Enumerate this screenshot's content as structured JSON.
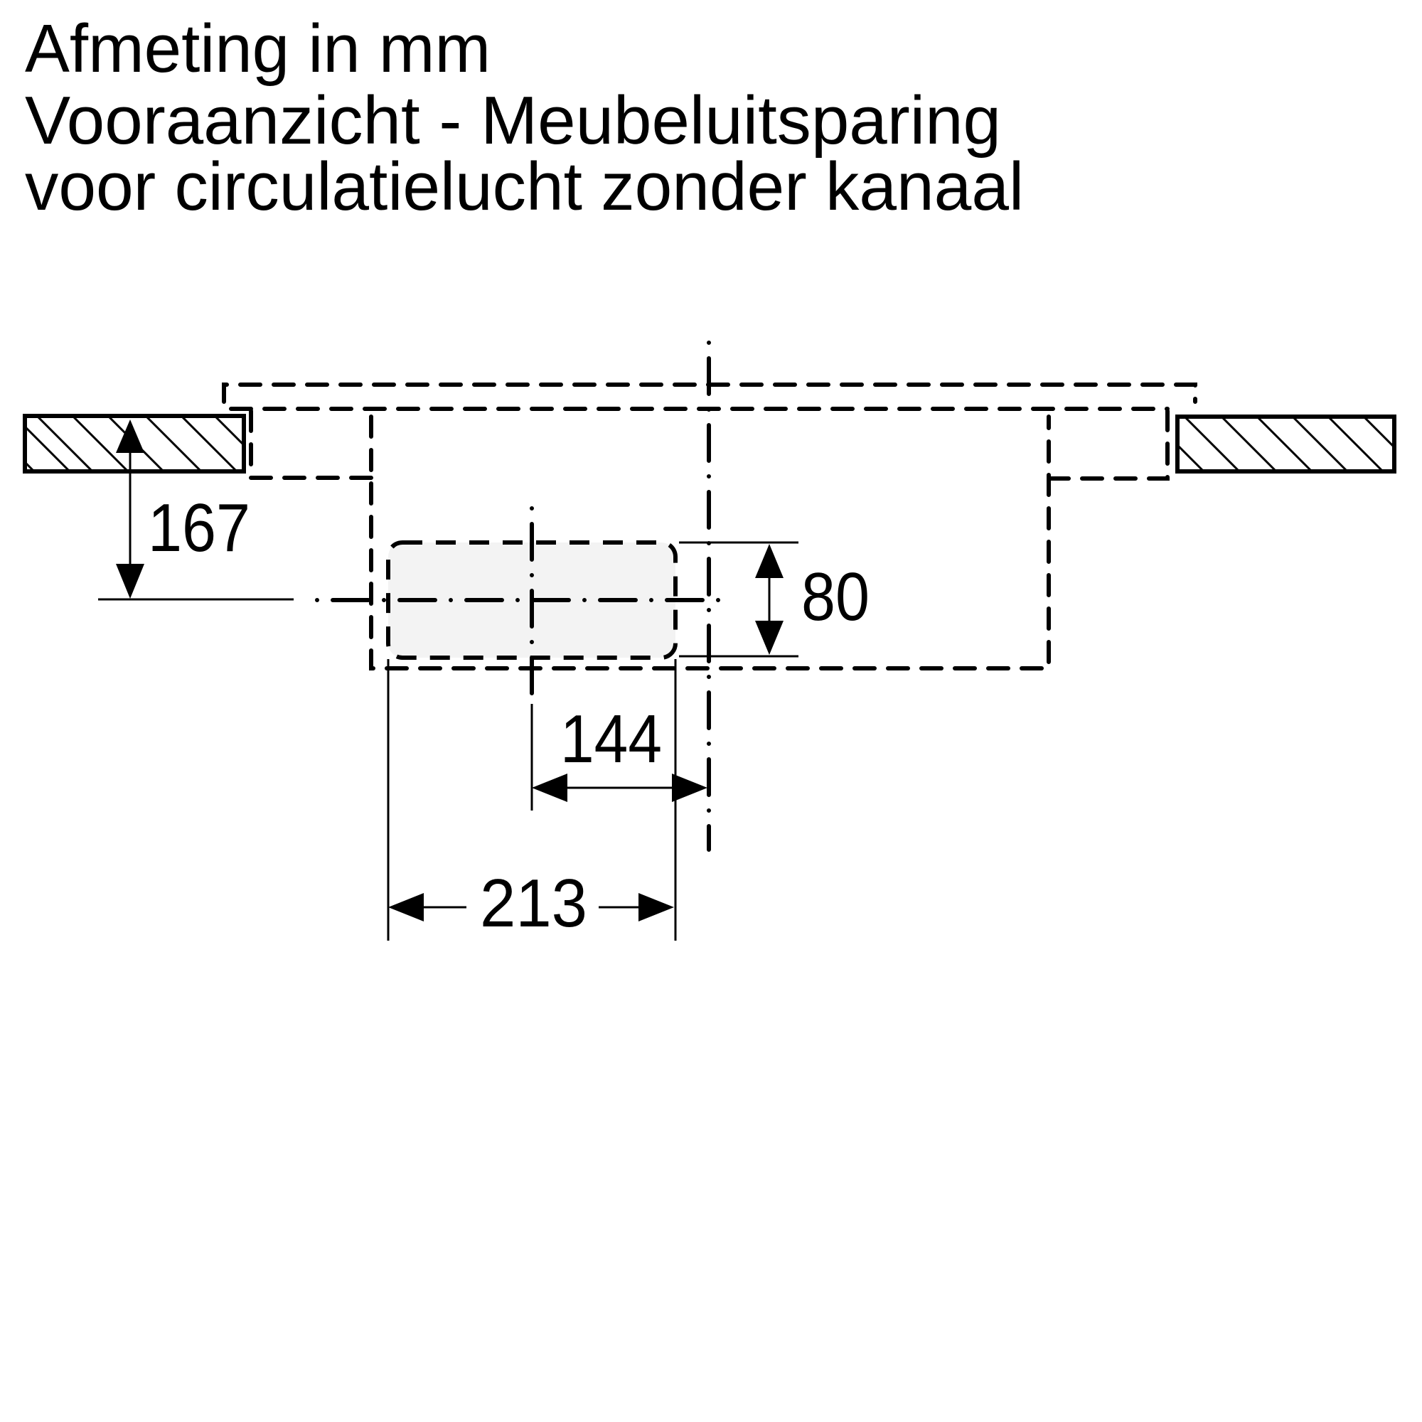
{
  "title": {
    "line1": "Afmeting in mm",
    "line2": "Vooraanzicht - Meubeluitsparing",
    "line3": "voor circulatielucht zonder kanaal"
  },
  "dimensions": {
    "countertop_to_center_height": "167",
    "vent_height": "80",
    "vent_center_to_axis": "144",
    "vent_width": "213"
  },
  "units": "mm",
  "colors": {
    "line": "#000000",
    "vent_fill": "#f3f3f3",
    "background": "#ffffff"
  }
}
